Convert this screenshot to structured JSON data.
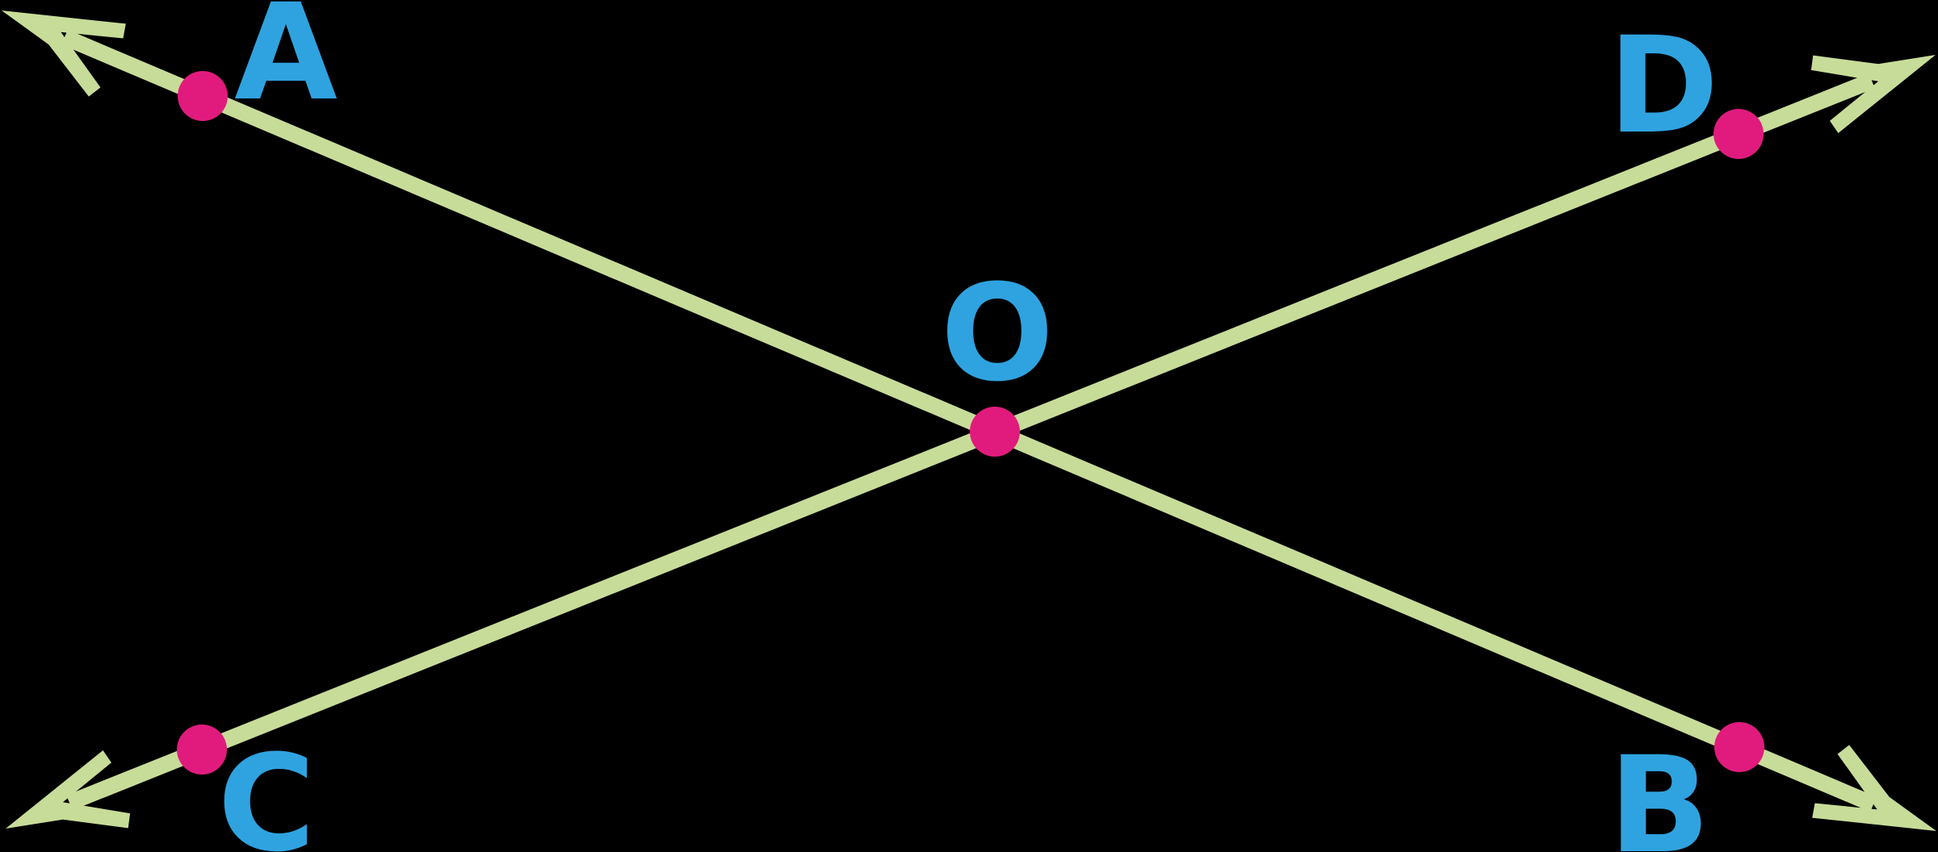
{
  "colors": {
    "background": "#000000",
    "line": "#c8dc99",
    "point": "#e11b7d",
    "label": "#2fa3e0"
  },
  "points": {
    "A": {
      "label": "A"
    },
    "B": {
      "label": "B"
    },
    "C": {
      "label": "C"
    },
    "D": {
      "label": "D"
    },
    "O": {
      "label": "O"
    }
  }
}
